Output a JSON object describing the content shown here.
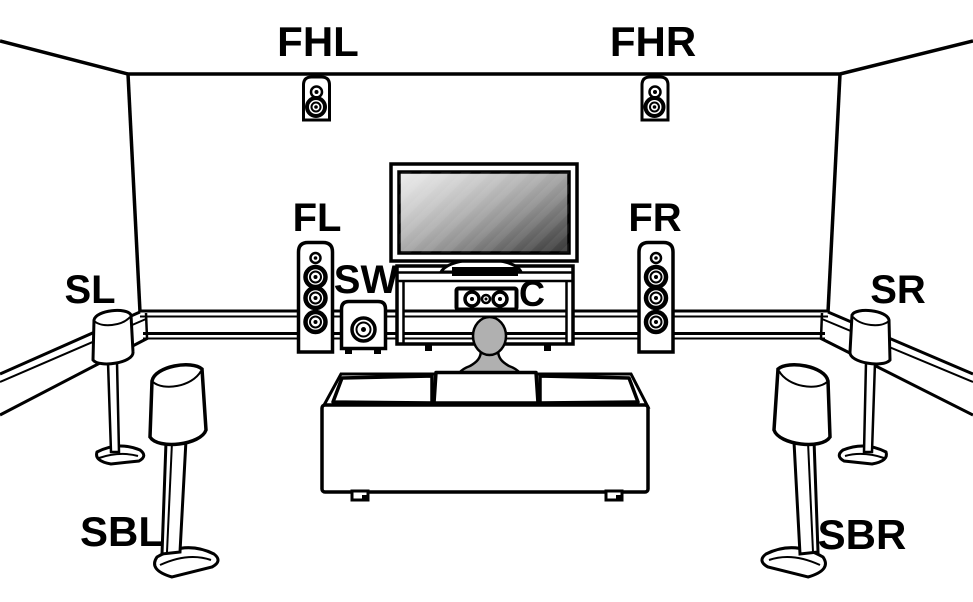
{
  "speaker_labels": {
    "front_height_left": "FHL",
    "front_height_right": "FHR",
    "front_left": "FL",
    "front_right": "FR",
    "subwoofer": "SW",
    "center": "C",
    "surround_left": "SL",
    "surround_right": "SR",
    "surround_back_left": "SBL",
    "surround_back_right": "SBR"
  },
  "colors": {
    "line": "#000000",
    "background": "#ffffff",
    "person_fill": "#b0b0b0",
    "tv_screen_light": "#ededed",
    "tv_screen_dark": "#383838"
  }
}
